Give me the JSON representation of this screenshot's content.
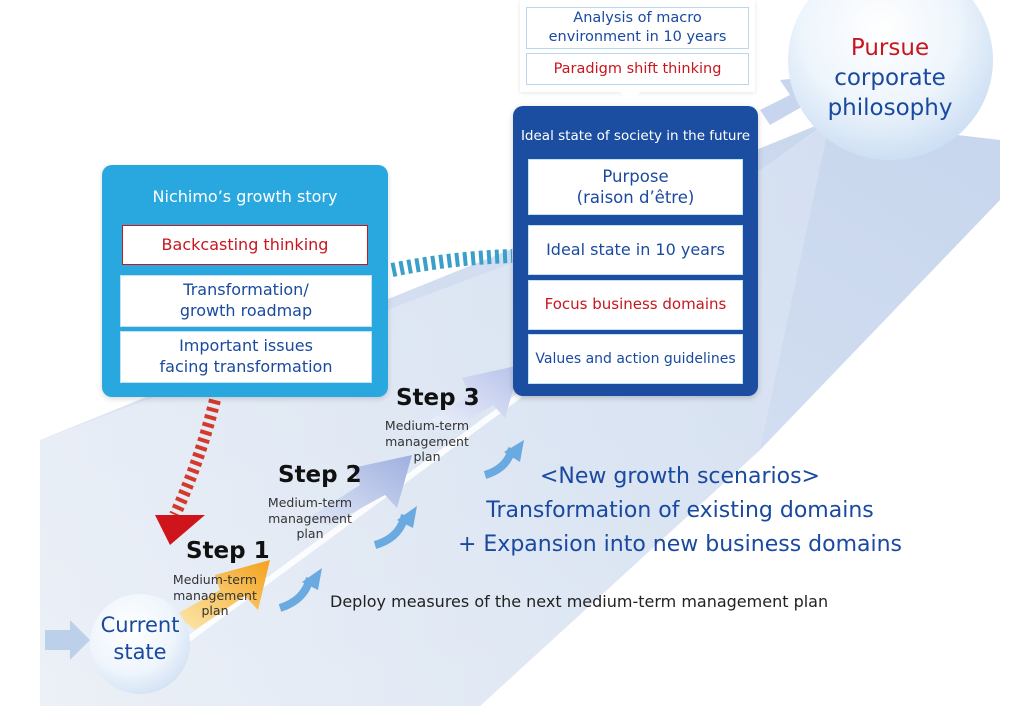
{
  "growth_story": {
    "title": "Nichimo’s growth story",
    "items": [
      {
        "label": "Backcasting thinking",
        "emphasis": "red-outline"
      },
      {
        "label": "Transformation/\ngrowth roadmap"
      },
      {
        "label": "Important issues\nfacing transformation"
      }
    ]
  },
  "macro": {
    "items": [
      {
        "label": "Analysis of macro\nenvironment in 10 years"
      },
      {
        "label": "Paradigm shift thinking",
        "emphasis": "red-text"
      }
    ]
  },
  "ideal_state": {
    "title": "Ideal state of society in the future",
    "items": [
      {
        "label": "Purpose\n(raison d’être)"
      },
      {
        "label": "Ideal state in 10 years"
      },
      {
        "label": "Focus business domains",
        "emphasis": "red-text"
      },
      {
        "label": "Values and action guidelines"
      }
    ]
  },
  "goal": {
    "line1": "Pursue",
    "line2": "corporate",
    "line3": "philosophy"
  },
  "start": {
    "line1": "Current",
    "line2": "state"
  },
  "steps": [
    {
      "label": "Step 1",
      "sub": "Medium-term\nmanagement plan"
    },
    {
      "label": "Step 2",
      "sub": "Medium-term\nmanagement plan"
    },
    {
      "label": "Step 3",
      "sub": "Medium-term\nmanagement plan"
    }
  ],
  "scenarios": {
    "line1": "<New growth scenarios>",
    "line2": "Transformation of existing domains",
    "line3": "+ Expansion into new business domains"
  },
  "deploy": "Deploy measures of the next medium-term management plan",
  "colors": {
    "cyan": "#29a8e0",
    "navy": "#1b4ea0",
    "text_blue": "#1a4aa0",
    "red": "#c8161e",
    "step1_orange": "#f3a21d"
  }
}
